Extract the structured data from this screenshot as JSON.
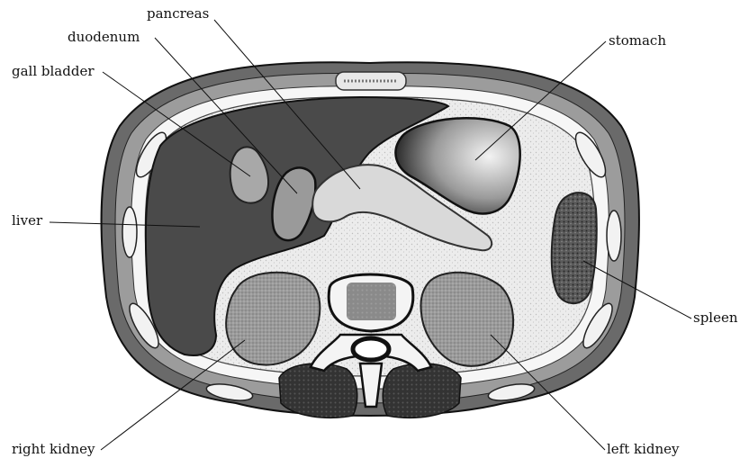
{
  "labels": {
    "pancreas": "pancreas",
    "duodenum": "duodenum",
    "gall_bladder": "gall bladder",
    "stomach": "stomach",
    "liver": "liver",
    "spleen": "spleen",
    "right_kidney": "right kidney",
    "left_kidney": "left kidney"
  }
}
